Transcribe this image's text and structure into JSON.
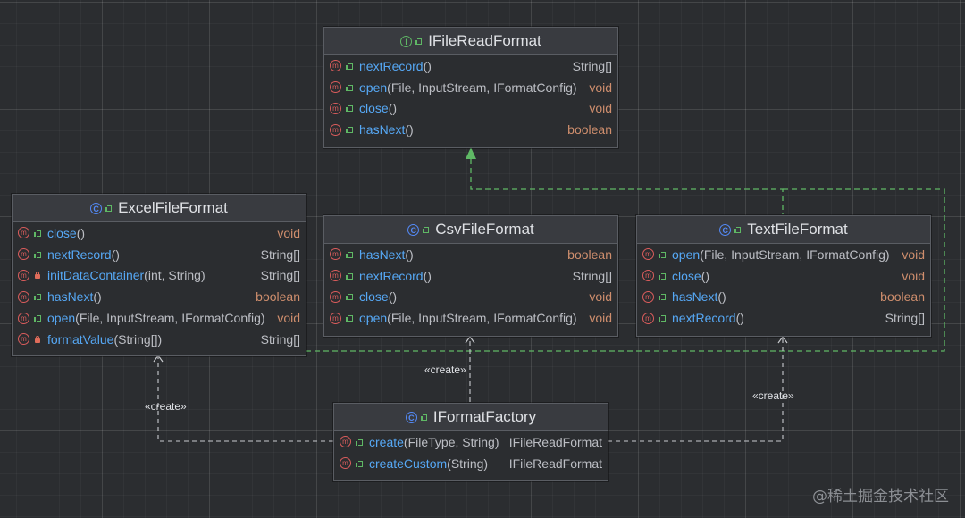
{
  "classes": {
    "ifile": {
      "name": "IFileReadFormat",
      "kind": "I",
      "kind_type": "interface",
      "members": [
        {
          "name": "nextRecord",
          "params": "()",
          "ret": "String[]",
          "ret_kw": false,
          "vis": "public"
        },
        {
          "name": "open",
          "params": "(File, InputStream, IFormatConfig)",
          "ret": "void",
          "ret_kw": true,
          "vis": "public"
        },
        {
          "name": "close",
          "params": "()",
          "ret": "void",
          "ret_kw": true,
          "vis": "public"
        },
        {
          "name": "hasNext",
          "params": "()",
          "ret": "boolean",
          "ret_kw": true,
          "vis": "public"
        }
      ]
    },
    "excel": {
      "name": "ExcelFileFormat",
      "kind": "C",
      "kind_type": "class",
      "members": [
        {
          "name": "close",
          "params": "()",
          "ret": "void",
          "ret_kw": true,
          "vis": "public"
        },
        {
          "name": "nextRecord",
          "params": "()",
          "ret": "String[]",
          "ret_kw": false,
          "vis": "public"
        },
        {
          "name": "initDataContainer",
          "params": "(int, String)",
          "ret": "String[]",
          "ret_kw": false,
          "vis": "private"
        },
        {
          "name": "hasNext",
          "params": "()",
          "ret": "boolean",
          "ret_kw": true,
          "vis": "public"
        },
        {
          "name": "open",
          "params": "(File, InputStream, IFormatConfig)",
          "ret": "void",
          "ret_kw": true,
          "vis": "public"
        },
        {
          "name": "formatValue",
          "params": "(String[])",
          "ret": "String[]",
          "ret_kw": false,
          "vis": "private"
        }
      ]
    },
    "csv": {
      "name": "CsvFileFormat",
      "kind": "C",
      "kind_type": "class",
      "members": [
        {
          "name": "hasNext",
          "params": "()",
          "ret": "boolean",
          "ret_kw": true,
          "vis": "public"
        },
        {
          "name": "nextRecord",
          "params": "()",
          "ret": "String[]",
          "ret_kw": false,
          "vis": "public"
        },
        {
          "name": "close",
          "params": "()",
          "ret": "void",
          "ret_kw": true,
          "vis": "public"
        },
        {
          "name": "open",
          "params": "(File, InputStream, IFormatConfig)",
          "ret": "void",
          "ret_kw": true,
          "vis": "public"
        }
      ]
    },
    "text": {
      "name": "TextFileFormat",
      "kind": "C",
      "kind_type": "class",
      "members": [
        {
          "name": "open",
          "params": "(File, InputStream, IFormatConfig)",
          "ret": "void",
          "ret_kw": true,
          "vis": "public"
        },
        {
          "name": "close",
          "params": "()",
          "ret": "void",
          "ret_kw": true,
          "vis": "public"
        },
        {
          "name": "hasNext",
          "params": "()",
          "ret": "boolean",
          "ret_kw": true,
          "vis": "public"
        },
        {
          "name": "nextRecord",
          "params": "()",
          "ret": "String[]",
          "ret_kw": false,
          "vis": "public"
        }
      ]
    },
    "factory": {
      "name": "IFormatFactory",
      "kind": "C",
      "kind_type": "class",
      "members": [
        {
          "name": "create",
          "params": "(FileType, String)",
          "ret": "IFileReadFormat",
          "ret_kw": false,
          "vis": "public"
        },
        {
          "name": "createCustom",
          "params": "(String)",
          "ret": "IFileReadFormat",
          "ret_kw": false,
          "vis": "public"
        }
      ]
    }
  },
  "member_icon": "m",
  "labels": {
    "create_csv": "«create»",
    "create_excel": "«create»",
    "create_text": "«create»"
  },
  "watermark": "@稀土掘金技术社区",
  "colors": {
    "background": "#2b2d30",
    "implements_edge": "#5fb865",
    "create_edge": "#c9cbcf",
    "method_name": "#56a8f5",
    "keyword": "#cf8e6d",
    "method_icon": "#db5c5c"
  }
}
